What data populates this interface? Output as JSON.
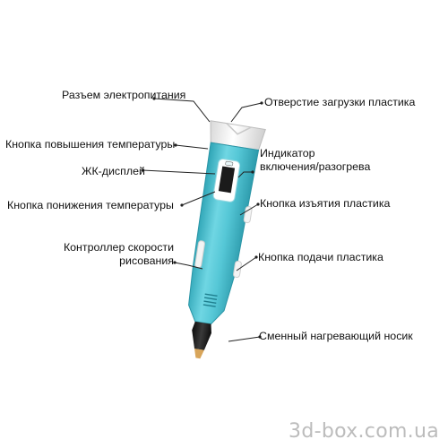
{
  "labels": {
    "power_connector": "Разъем электропитания",
    "filament_inlet": "Отверстие загрузки пластика",
    "temp_up_button": "Кнопка повышения температуры",
    "indicator": "Индикатор\nвключения/разогрева",
    "lcd": "ЖК-дисплей",
    "temp_down_button": "Кнопка понижения температуры",
    "eject_button": "Кнопка изъятия пластика",
    "speed_controller": "Контроллер скорости\nрисования",
    "feed_button": "Кнопка подачи пластика",
    "nozzle": "Сменный нагревающий носик"
  },
  "watermark": "3d-box.com.ua",
  "colors": {
    "body": "#55c7d6",
    "body_dark": "#2fa5b6",
    "body_light": "#9ee3ec",
    "cap": "#f1f1f1",
    "tip": "#1a1a1a",
    "leader_line": "#222222"
  }
}
